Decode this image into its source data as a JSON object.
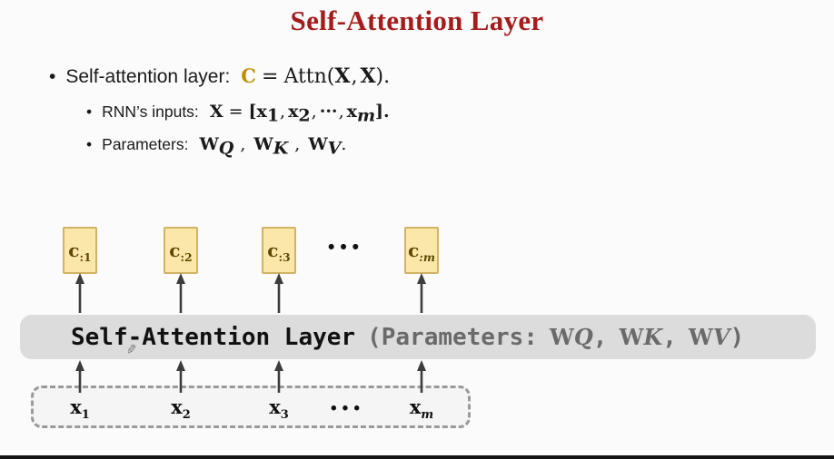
{
  "colors": {
    "background": "#FBFBFB",
    "title_red": "#A61C1C",
    "gold": "#BF8F00",
    "box_fill": "#FBE7A9",
    "box_border": "#D2B264",
    "box_label": "#5E4803",
    "bar_fill": "#DCDCDC",
    "bar_muted_text": "#6A6A6A",
    "arrow": "#3C3C3C",
    "dashed_border": "#9A9A9A",
    "dashed_fill": "#F5F5F5"
  },
  "title": "Self-Attention Layer",
  "bullet_glyph": "•",
  "bullets": {
    "main": {
      "label": "Self-attention layer:",
      "var": "C",
      "eq": "=",
      "fn": "Attn(",
      "arg1": "X",
      "sep": ",",
      "arg2": "X",
      "end": ")."
    },
    "rnn": {
      "label": "RNN’s inputs:",
      "var": "X",
      "eq": "=",
      "open": "[",
      "terms": [
        {
          "base": "x",
          "sub": "1"
        },
        {
          "base": "x",
          "sub": "2"
        },
        {
          "base": "x",
          "sub": "m"
        }
      ],
      "sep": ",",
      "dots": "···",
      "close": "]."
    },
    "params": {
      "label": "Parameters:",
      "terms": [
        {
          "base": "W",
          "sub": "Q"
        },
        {
          "base": "W",
          "sub": "K"
        },
        {
          "base": "W",
          "sub": "V"
        }
      ],
      "sep": ",",
      "end": "."
    }
  },
  "diagram": {
    "outputs": [
      {
        "base": "c",
        "sub": ":1"
      },
      {
        "base": "c",
        "sub": ":2"
      },
      {
        "base": "c",
        "sub": ":3"
      },
      {
        "base": "c",
        "sub": ":m"
      }
    ],
    "output_ellipsis": "•••",
    "bar": {
      "title": "Self-Attention Layer",
      "open": "(Parameters:",
      "terms": [
        {
          "base": "W",
          "sub": "Q"
        },
        {
          "base": "W",
          "sub": "K"
        },
        {
          "base": "W",
          "sub": "V"
        }
      ],
      "sep": ",",
      "close": ")"
    },
    "inputs": [
      {
        "base": "x",
        "sub": "1"
      },
      {
        "base": "x",
        "sub": "2"
      },
      {
        "base": "x",
        "sub": "3"
      },
      {
        "base": "x",
        "sub": "m"
      }
    ],
    "input_ellipsis": "•••",
    "pen_icon": "✎"
  }
}
